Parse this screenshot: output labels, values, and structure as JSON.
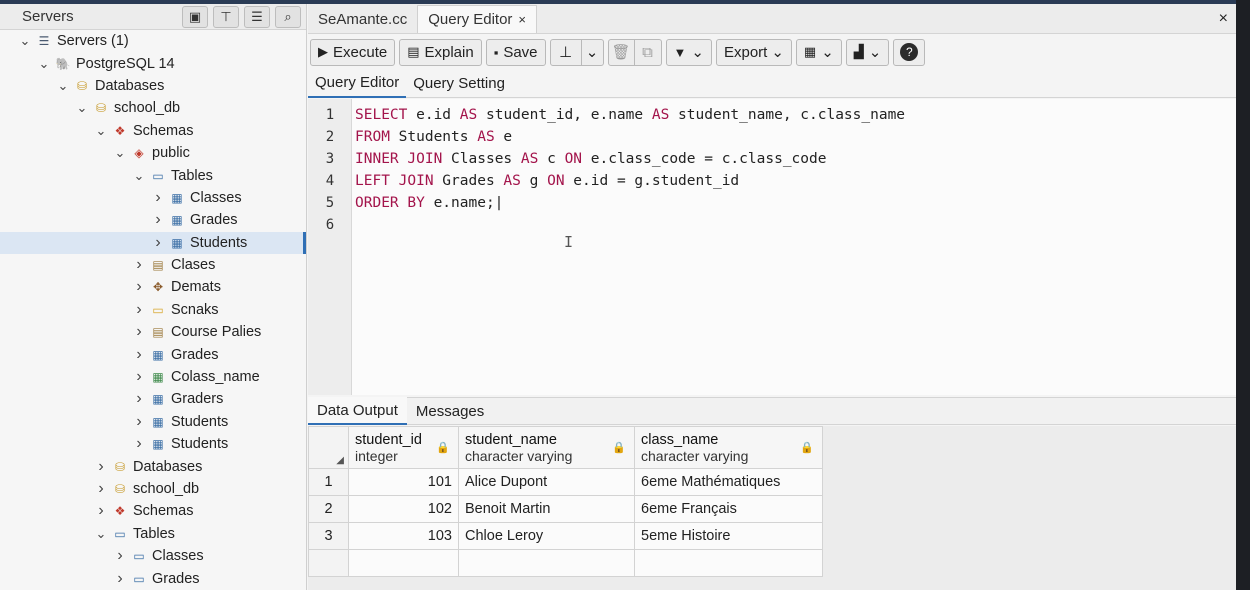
{
  "browser": {
    "title": "Servers",
    "tree": [
      {
        "label": "Servers (1)",
        "level": 0,
        "icon": "servers-icon",
        "chev": "down"
      },
      {
        "label": "PostgreSQL 14",
        "level": 1,
        "icon": "postgres-icon",
        "chev": "down"
      },
      {
        "label": "Databases",
        "level": 2,
        "icon": "databases-icon",
        "chev": "down"
      },
      {
        "label": "school_db",
        "level": 3,
        "icon": "database-icon",
        "chev": "down"
      },
      {
        "label": "Schemas",
        "level": 4,
        "icon": "schemas-icon",
        "chev": "down"
      },
      {
        "label": "public",
        "level": 5,
        "icon": "schema-icon",
        "chev": "down"
      },
      {
        "label": "Tables",
        "level": 6,
        "icon": "tables-icon",
        "chev": "down"
      },
      {
        "label": "Classes",
        "level": 7,
        "icon": "table-icon",
        "chev": "right"
      },
      {
        "label": "Grades",
        "level": 7,
        "icon": "table-icon",
        "chev": "right"
      },
      {
        "label": "Students",
        "level": 7,
        "icon": "table-icon",
        "chev": "right",
        "selected": true
      },
      {
        "label": "Clases",
        "level": 6,
        "icon": "collation-icon",
        "chev": "right"
      },
      {
        "label": "Demats",
        "level": 6,
        "icon": "domains-icon",
        "chev": "right"
      },
      {
        "label": "Scnaks",
        "level": 6,
        "icon": "folder-icon",
        "chev": "right"
      },
      {
        "label": "Course Palies",
        "level": 6,
        "icon": "collation-icon",
        "chev": "right"
      },
      {
        "label": "Grades",
        "level": 6,
        "icon": "table-icon",
        "chev": "right"
      },
      {
        "label": "Colass_name",
        "level": 6,
        "icon": "sequence-icon",
        "chev": "right"
      },
      {
        "label": "Graders",
        "level": 6,
        "icon": "table-icon",
        "chev": "right"
      },
      {
        "label": "Students",
        "level": 6,
        "icon": "table-icon",
        "chev": "right"
      },
      {
        "label": "Students",
        "level": 6,
        "icon": "table-icon",
        "chev": "right"
      },
      {
        "label": "Databases",
        "level": 4,
        "icon": "databases-icon",
        "chev": "right"
      },
      {
        "label": "school_db",
        "level": 4,
        "icon": "database-icon",
        "chev": "right"
      },
      {
        "label": "Schemas",
        "level": 4,
        "icon": "schemas-icon",
        "chev": "right"
      },
      {
        "label": "Tables",
        "level": 4,
        "icon": "tables-icon",
        "chev": "down"
      },
      {
        "label": "Classes",
        "level": 5,
        "icon": "tables-icon",
        "chev": "right"
      },
      {
        "label": "Grades",
        "level": 5,
        "icon": "tables-icon",
        "chev": "right"
      }
    ]
  },
  "tabs": {
    "items": [
      {
        "label": "SeAmante.cc"
      },
      {
        "label": "Query Editor",
        "close": "×"
      }
    ],
    "window_close": "×"
  },
  "toolbar": {
    "execute": "Execute",
    "explain": "Explain",
    "save": "Save",
    "export": "Export"
  },
  "subtabs": [
    "Query Editor",
    "Query Setting"
  ],
  "editor": {
    "lines": [
      {
        "n": "1",
        "parts": [
          [
            "kw",
            "SELECT"
          ],
          [
            "t",
            " e.id "
          ],
          [
            "kw",
            "AS"
          ],
          [
            "t",
            " student_id, e.name "
          ],
          [
            "kw",
            "AS"
          ],
          [
            "t",
            " student_name, c.class_name"
          ]
        ]
      },
      {
        "n": "2",
        "parts": [
          [
            "kw",
            "FROM"
          ],
          [
            "t",
            " Students "
          ],
          [
            "kw",
            "AS"
          ],
          [
            "t",
            " e"
          ]
        ]
      },
      {
        "n": "3",
        "parts": [
          [
            "kw",
            "INNER JOIN"
          ],
          [
            "t",
            " Classes "
          ],
          [
            "kw",
            "AS"
          ],
          [
            "t",
            " c "
          ],
          [
            "kw",
            "ON"
          ],
          [
            "t",
            " e.class_code = c.class_code"
          ]
        ]
      },
      {
        "n": "4",
        "parts": [
          [
            "kw",
            "LEFT JOIN"
          ],
          [
            "t",
            " Grades "
          ],
          [
            "kw",
            "AS"
          ],
          [
            "t",
            " g "
          ],
          [
            "kw",
            "ON"
          ],
          [
            "t",
            " e.id = g.student_id"
          ]
        ]
      },
      {
        "n": "5",
        "parts": [
          [
            "kw",
            "ORDER BY"
          ],
          [
            "t",
            " e.name;|"
          ]
        ]
      },
      {
        "n": "6",
        "parts": []
      }
    ]
  },
  "output": {
    "tabs": [
      "Data Output",
      "Messages"
    ],
    "columns": [
      {
        "name": "student_id",
        "type": "integer"
      },
      {
        "name": "student_name",
        "type": "character varying"
      },
      {
        "name": "class_name",
        "type": "character varying"
      }
    ],
    "rows": [
      {
        "n": "1",
        "student_id": "101",
        "student_name": "Alice Dupont",
        "class_name": "6eme Mathématiques"
      },
      {
        "n": "2",
        "student_id": "102",
        "student_name": "Benoit Martin",
        "class_name": "6eme Français"
      },
      {
        "n": "3",
        "student_id": "103",
        "student_name": "Chloe Leroy",
        "class_name": "5eme Histoire"
      }
    ]
  }
}
